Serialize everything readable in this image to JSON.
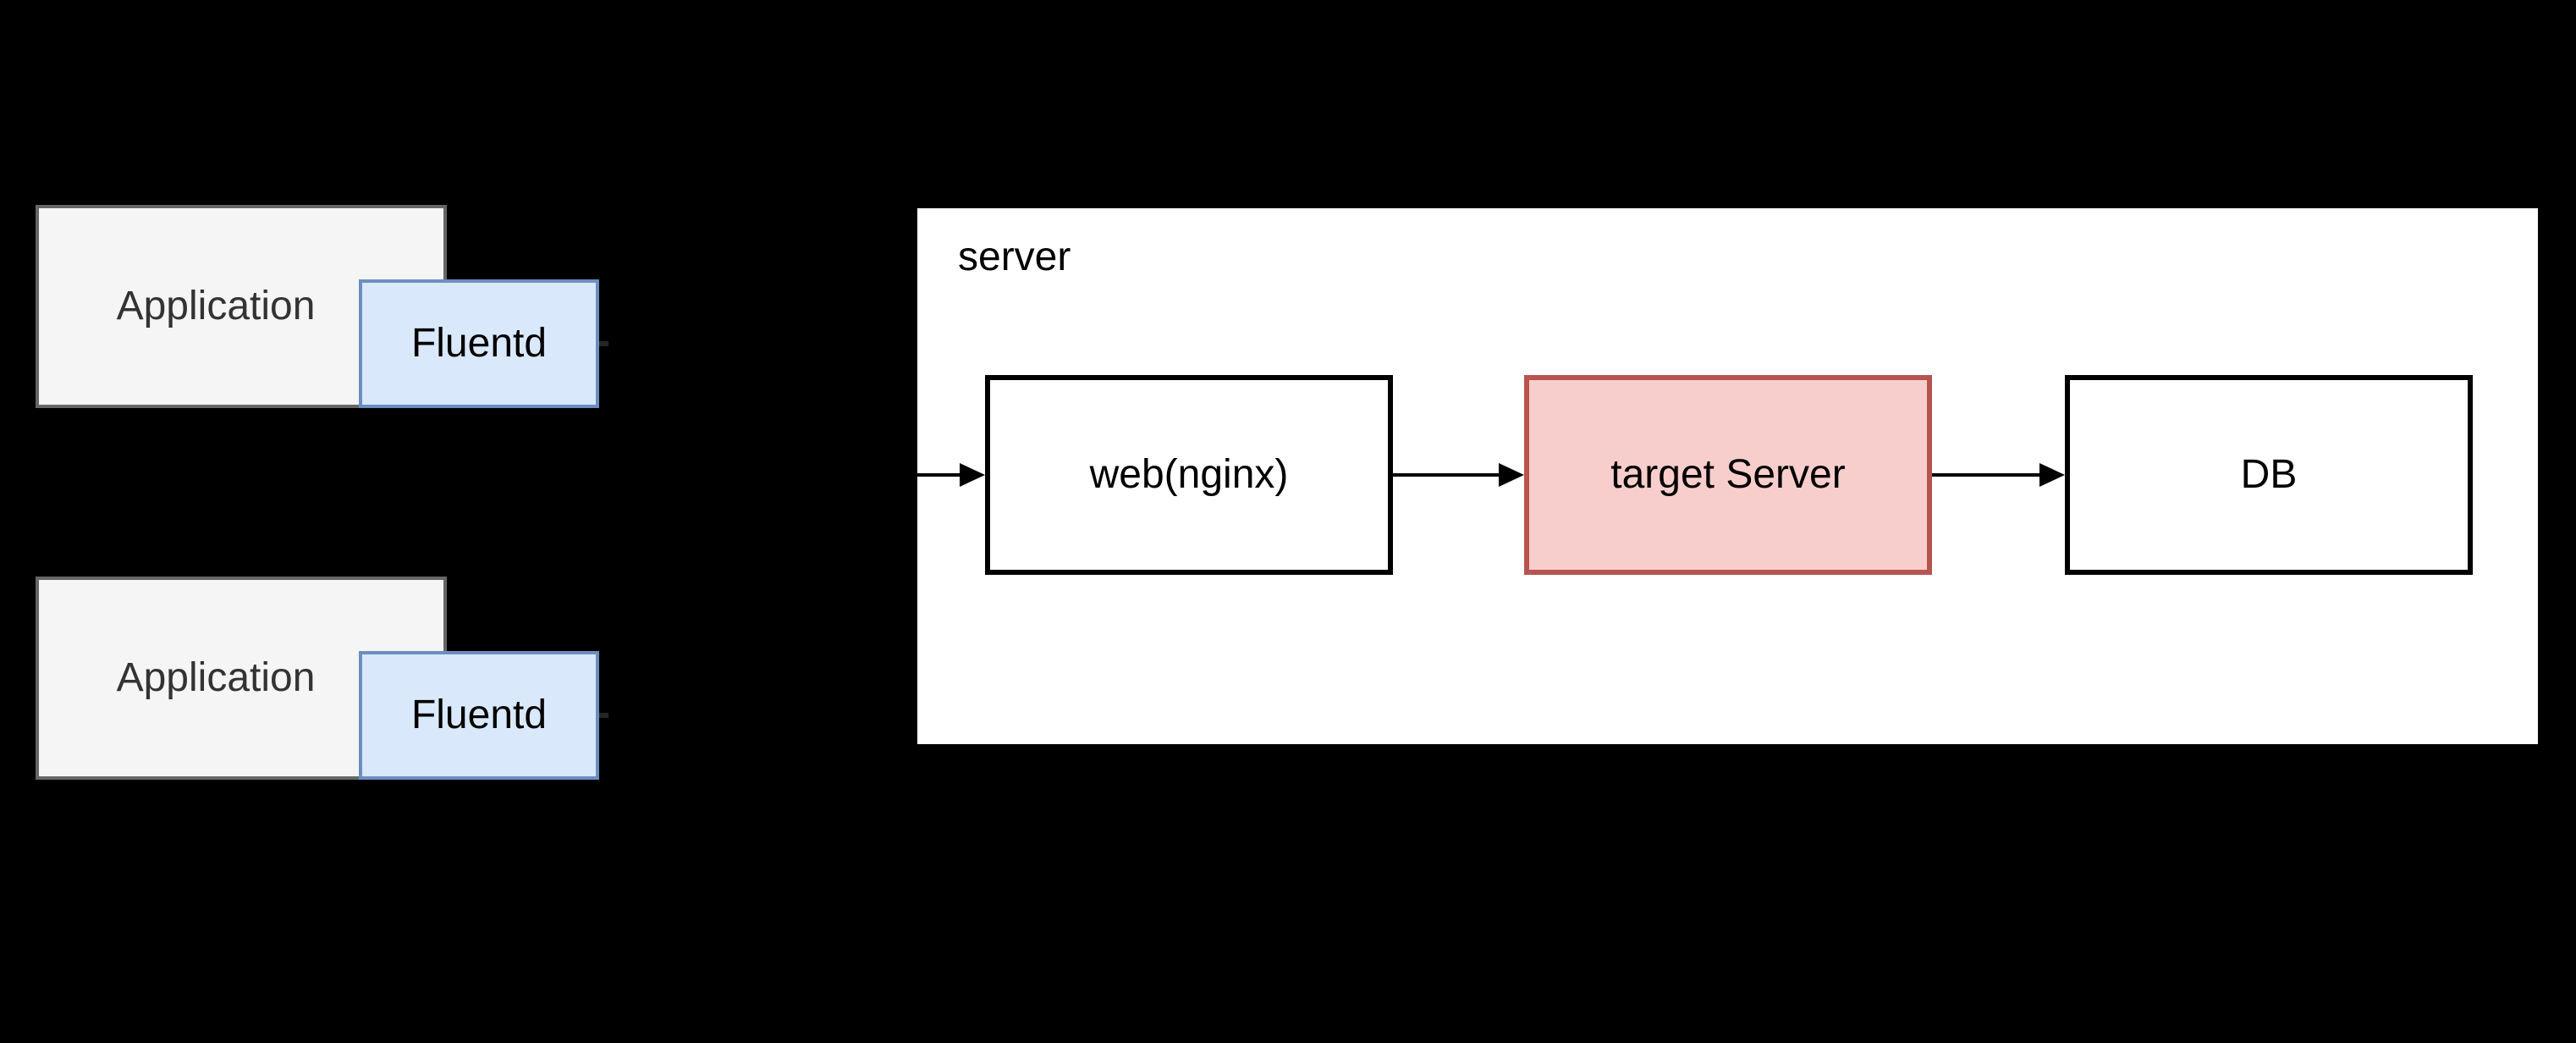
{
  "diagram": {
    "background_color": "#000000",
    "nodes": {
      "application1": {
        "label": "Application"
      },
      "fluentd1": {
        "label": "Fluentd"
      },
      "application2": {
        "label": "Application"
      },
      "fluentd2": {
        "label": "Fluentd"
      },
      "server_group": {
        "label": "server"
      },
      "web": {
        "label": "web(nginx)"
      },
      "target": {
        "label": "target Server"
      },
      "db": {
        "label": "DB"
      }
    },
    "edges": [
      {
        "from": "fluentd1",
        "to": "server_group",
        "style": "stub"
      },
      {
        "from": "fluentd2",
        "to": "server_group",
        "style": "stub"
      },
      {
        "from": "server_group_left_edge",
        "to": "web",
        "style": "arrow"
      },
      {
        "from": "web",
        "to": "target",
        "style": "arrow"
      },
      {
        "from": "target",
        "to": "db",
        "style": "arrow"
      }
    ],
    "colors": {
      "background": "#000000",
      "application_fill": "#f5f5f5",
      "application_stroke": "#666666",
      "application_text": "#333333",
      "fluentd_fill": "#dae8fc",
      "fluentd_stroke": "#6c8ebf",
      "server_fill": "#ffffff",
      "server_stroke": "#000000",
      "target_fill": "#f8cecc",
      "target_stroke": "#b85450",
      "plain_node_fill": "#ffffff",
      "plain_node_stroke": "#000000",
      "arrow": "#000000",
      "text": "#000000"
    }
  }
}
